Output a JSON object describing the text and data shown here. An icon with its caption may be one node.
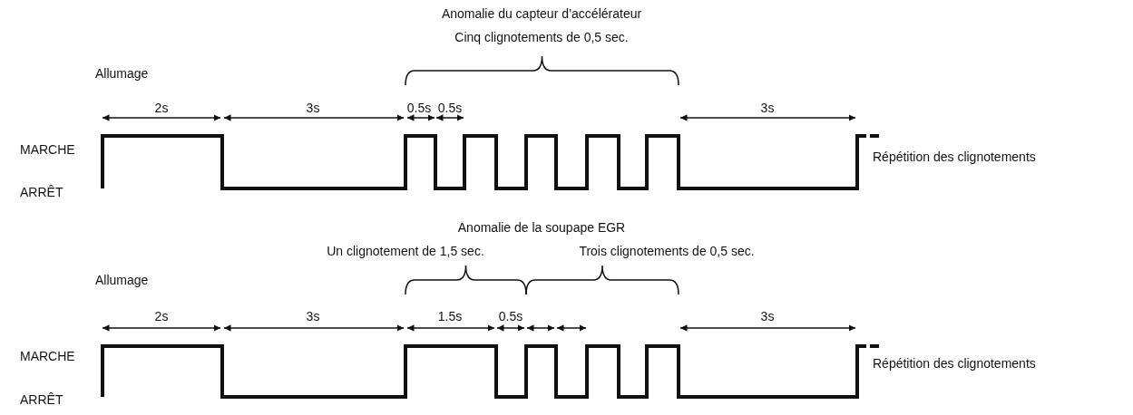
{
  "diagram": {
    "labels": [
      "Anomalie du capteur d’accélérateur",
      "Cinq clignotements de 0,5 sec.",
      "Allumage",
      "2s",
      "3s",
      "0.5s",
      "0.5s",
      "3s",
      "MARCHE",
      "Répétition des clignotements",
      "ARRÊT",
      "Anomalie de la soupape EGR",
      "Un clignotement de 1,5 sec.",
      "Trois clignotements de 0,5 sec.",
      "Allumage",
      "2s",
      "3s",
      "1.5s",
      "0.5s",
      "3s",
      "MARCHE",
      "Répétition des clignotements",
      "ARRÊT"
    ]
  }
}
